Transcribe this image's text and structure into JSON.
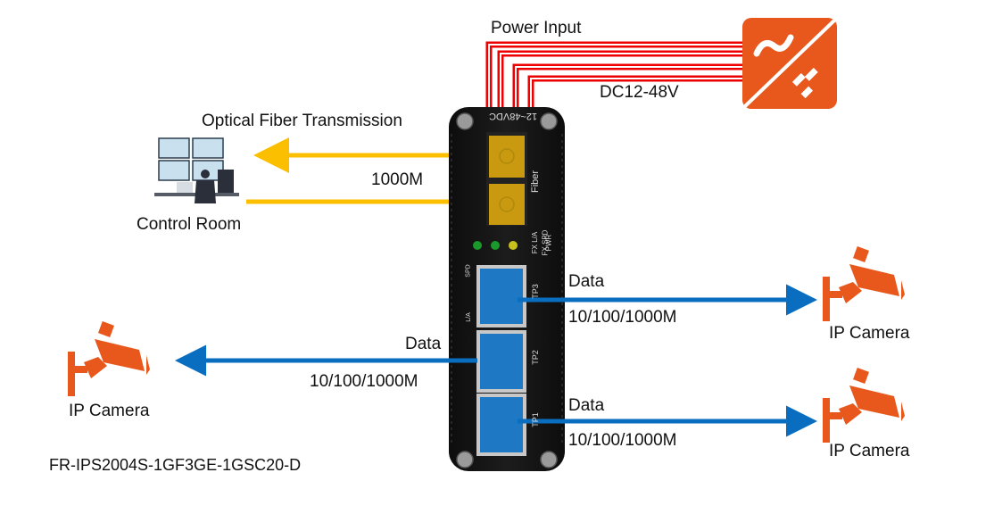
{
  "power": {
    "title": "Power Input",
    "voltage": "DC12-48V",
    "color": "#ee0000",
    "adapter_color": "#e8571b"
  },
  "fiber": {
    "title": "Optical Fiber Transmission",
    "speed": "1000M",
    "color": "#fbbf00"
  },
  "control_room": {
    "label": "Control Room"
  },
  "device": {
    "model": "FR-IPS2004S-1GF3GE-1GSC20-D",
    "top_label": "12~48VDC",
    "fiber_label": "Fiber",
    "led_labels": [
      "FX L/A",
      "FX SPD",
      "PWR"
    ],
    "port_labels": [
      "TP3",
      "TP2",
      "TP1"
    ],
    "port_led_labels": [
      "SPD",
      "L/A"
    ]
  },
  "links": [
    {
      "id": "tp3",
      "data_label": "Data",
      "speed": "10/100/1000M",
      "camera": "IP Camera"
    },
    {
      "id": "tp2",
      "data_label": "Data",
      "speed": "10/100/1000M",
      "camera": "IP Camera"
    },
    {
      "id": "tp1",
      "data_label": "Data",
      "speed": "10/100/1000M",
      "camera": "IP Camera"
    }
  ],
  "colors": {
    "data_line": "#0a6ec0",
    "camera": "#e8571b",
    "port_blue": "#1f78c4"
  }
}
